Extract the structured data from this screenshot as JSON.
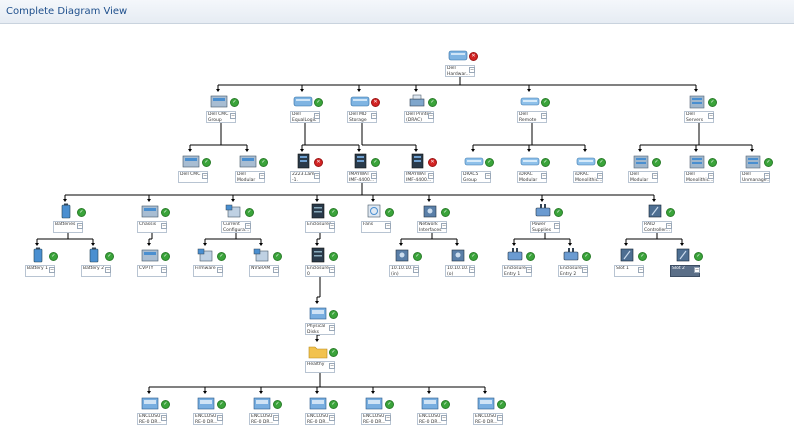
{
  "window": {
    "title": "Complete Diagram View"
  },
  "nodes": [
    {
      "id": "root",
      "label": "Dell\nHardwar...",
      "icon": "server-group-icon",
      "status": "err",
      "parent": ""
    },
    {
      "id": "cmc",
      "label": "Dell CMC\nGroup",
      "icon": "chassis-icon",
      "status": "ok",
      "parent": "root"
    },
    {
      "id": "eql",
      "label": "Dell\nEqualLogic St...",
      "icon": "storage-icon",
      "status": "ok",
      "parent": "root"
    },
    {
      "id": "md",
      "label": "Dell MD\nStorage A...",
      "icon": "storage-icon",
      "status": "err",
      "parent": "root"
    },
    {
      "id": "printer",
      "label": "Dell Printer\n(DRAC)",
      "icon": "printer-icon",
      "status": "ok",
      "parent": "root"
    },
    {
      "id": "remote",
      "label": "Dell\nRemote A...",
      "icon": "drac-icon",
      "status": "ok",
      "parent": "root"
    },
    {
      "id": "servers",
      "label": "Dell\nServers",
      "icon": "server-icon",
      "status": "ok",
      "parent": "root"
    },
    {
      "id": "cmc1",
      "label": "Dell CMC",
      "icon": "chassis-icon",
      "status": "ok",
      "parent": "cmc"
    },
    {
      "id": "cmc2",
      "label": "Dell\nModular C...",
      "icon": "chassis-icon",
      "status": "ok",
      "parent": "cmc"
    },
    {
      "id": "eq1",
      "label": "2223.Lam\n-1. VECOL...",
      "icon": "storage-array-icon",
      "status": "err",
      "parent": "eql"
    },
    {
      "id": "eq2",
      "label": "IMAYWAT\nIMF-4400...",
      "icon": "storage-array-icon",
      "status": "ok",
      "parent": "eql"
    },
    {
      "id": "eq3",
      "label": "IMAYWAT\nIMF-4400...",
      "icon": "storage-array-icon",
      "status": "err",
      "parent": "md"
    },
    {
      "id": "r1",
      "label": "DRAC5\nGroup",
      "icon": "drac-icon",
      "status": "ok",
      "parent": "remote"
    },
    {
      "id": "r2",
      "label": "iDRAC\nModular G...",
      "icon": "drac-icon",
      "status": "ok",
      "parent": "remote"
    },
    {
      "id": "r3",
      "label": "iDRAC\nMonolithic...",
      "icon": "drac-icon",
      "status": "ok",
      "parent": "remote"
    },
    {
      "id": "s1",
      "label": "Dell\nModular S...",
      "icon": "server-icon",
      "status": "ok",
      "parent": "servers"
    },
    {
      "id": "s2",
      "label": "Dell\nMonolithic...",
      "icon": "server-icon",
      "status": "ok",
      "parent": "servers"
    },
    {
      "id": "s3",
      "label": "Dell\nUnmanage...",
      "icon": "server-icon",
      "status": "ok",
      "parent": "servers"
    },
    {
      "id": "batt",
      "label": "Batteries",
      "icon": "battery-icon",
      "status": "ok",
      "parent": "eq2"
    },
    {
      "id": "chassis",
      "label": "Chassis",
      "icon": "chassis-icon",
      "status": "ok",
      "parent": "eq2"
    },
    {
      "id": "curcfg",
      "label": "Current\nConfigura...",
      "icon": "config-icon",
      "status": "ok",
      "parent": "eq2"
    },
    {
      "id": "encl",
      "label": "Enclosures",
      "icon": "enclosure-icon",
      "status": "ok",
      "parent": "eq2"
    },
    {
      "id": "fans",
      "label": "Fans",
      "icon": "fan-icon",
      "status": "ok",
      "parent": "eq2"
    },
    {
      "id": "netif",
      "label": "Network\nInterfaces",
      "icon": "network-icon",
      "status": "ok",
      "parent": "eq2"
    },
    {
      "id": "psu",
      "label": "Power\nSupplies",
      "icon": "power-icon",
      "status": "ok",
      "parent": "eq2"
    },
    {
      "id": "raid",
      "label": "RAID\nController...",
      "icon": "raid-icon",
      "status": "ok",
      "parent": "eq2"
    },
    {
      "id": "b1",
      "label": "Battery 1",
      "icon": "battery-icon",
      "status": "ok",
      "parent": "batt"
    },
    {
      "id": "b2",
      "label": "Battery 2",
      "icon": "battery-icon",
      "status": "ok",
      "parent": "batt"
    },
    {
      "id": "cvpty",
      "label": "CVPTY",
      "icon": "chassis-icon",
      "status": "ok",
      "parent": "chassis"
    },
    {
      "id": "fw",
      "label": "Firmware",
      "icon": "config-icon",
      "status": "ok",
      "parent": "curcfg"
    },
    {
      "id": "nvsram",
      "label": "NVSRAM",
      "icon": "config-icon",
      "status": "ok",
      "parent": "curcfg"
    },
    {
      "id": "enc0",
      "label": "Enclosure 0",
      "icon": "enclosure-icon",
      "status": "ok",
      "parent": "encl"
    },
    {
      "id": "n1",
      "label": "10.10.10.1\n(in)",
      "icon": "network-icon",
      "status": "ok",
      "parent": "netif"
    },
    {
      "id": "n2",
      "label": "10.10.10.1\n(o)",
      "icon": "network-icon",
      "status": "ok",
      "parent": "netif"
    },
    {
      "id": "p1",
      "label": "Enclosure\nEntry 1",
      "icon": "power-icon",
      "status": "ok",
      "parent": "psu"
    },
    {
      "id": "p2",
      "label": "Enclosure\nEntry 2",
      "icon": "power-icon",
      "status": "ok",
      "parent": "psu"
    },
    {
      "id": "slot1",
      "label": "Slot 1",
      "icon": "raid-icon",
      "status": "ok",
      "parent": "raid"
    },
    {
      "id": "slot2",
      "label": "Slot 2",
      "icon": "raid-icon",
      "status": "ok",
      "parent": "raid",
      "selected": true
    },
    {
      "id": "phys",
      "label": "Physical\nDisks",
      "icon": "disk-icon",
      "status": "ok",
      "parent": "enc0"
    },
    {
      "id": "healthy",
      "label": "Healthy",
      "icon": "folder-icon",
      "status": "ok",
      "parent": "phys"
    },
    {
      "id": "d1",
      "label": "ENCLOSU\nRE-0 DR...",
      "icon": "disk-icon",
      "status": "ok",
      "parent": "healthy"
    },
    {
      "id": "d2",
      "label": "ENCLOSU\nRE-0 DR...",
      "icon": "disk-icon",
      "status": "ok",
      "parent": "healthy"
    },
    {
      "id": "d3",
      "label": "ENCLOSU\nRE-0 DR...",
      "icon": "disk-icon",
      "status": "ok",
      "parent": "healthy"
    },
    {
      "id": "d4",
      "label": "ENCLOSU\nRE-0 DR...",
      "icon": "disk-icon",
      "status": "ok",
      "parent": "healthy"
    },
    {
      "id": "d5",
      "label": "ENCLOSU\nRE-0 DR...",
      "icon": "disk-icon",
      "status": "ok",
      "parent": "healthy"
    },
    {
      "id": "d6",
      "label": "ENCLOSU\nRE-0 DR...",
      "icon": "disk-icon",
      "status": "ok",
      "parent": "healthy"
    },
    {
      "id": "d7",
      "label": "ENCLOSU\nRE-0 DR...",
      "icon": "disk-icon",
      "status": "ok",
      "parent": "healthy"
    }
  ],
  "colors": {
    "ok": "#3aa43a",
    "err": "#d32424",
    "line": "#000000",
    "icon_blue": "#4a8fd0",
    "icon_dark": "#2a3a4a"
  }
}
